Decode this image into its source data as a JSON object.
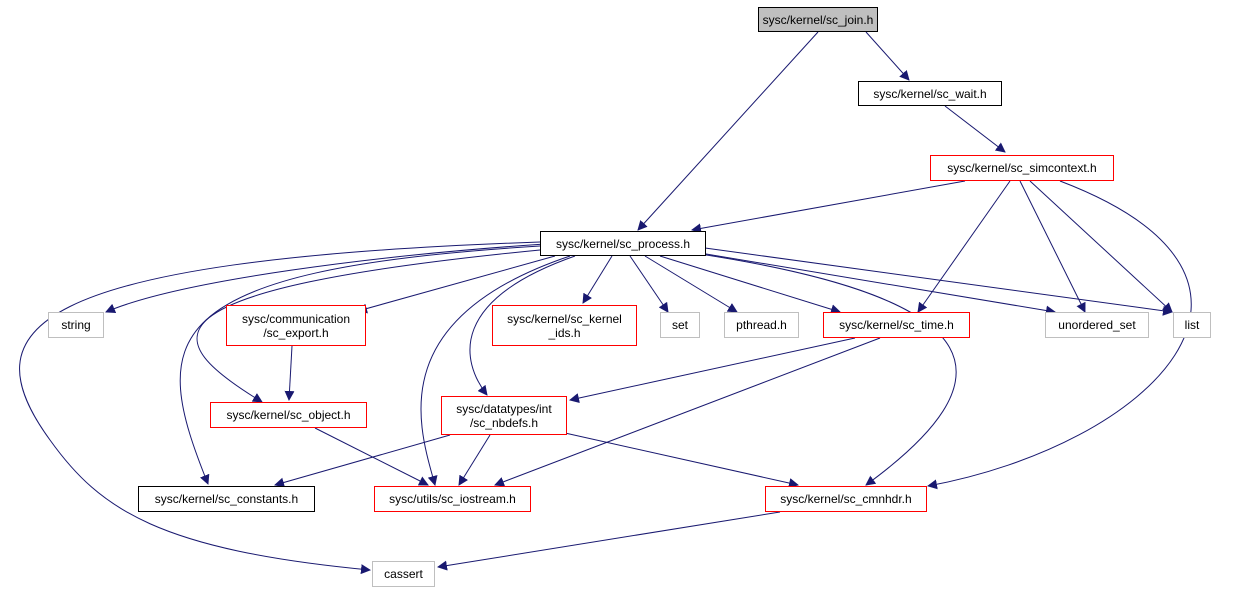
{
  "nodes": {
    "join": {
      "label": "sysc/kernel/sc_join.h"
    },
    "wait": {
      "label": "sysc/kernel/sc_wait.h"
    },
    "simcontext": {
      "label": "sysc/kernel/sc_simcontext.h"
    },
    "process": {
      "label": "sysc/kernel/sc_process.h"
    },
    "string": {
      "label": "string"
    },
    "export": {
      "line1": "sysc/communication",
      "line2": "/sc_export.h"
    },
    "kernel_ids": {
      "line1": "sysc/kernel/sc_kernel",
      "line2": "_ids.h"
    },
    "set": {
      "label": "set"
    },
    "pthread": {
      "label": "pthread.h"
    },
    "time": {
      "label": "sysc/kernel/sc_time.h"
    },
    "unordered_set": {
      "label": "unordered_set"
    },
    "list": {
      "label": "list"
    },
    "object": {
      "label": "sysc/kernel/sc_object.h"
    },
    "nbdefs": {
      "line1": "sysc/datatypes/int",
      "line2": "/sc_nbdefs.h"
    },
    "constants": {
      "label": "sysc/kernel/sc_constants.h"
    },
    "iostream": {
      "label": "sysc/utils/sc_iostream.h"
    },
    "cmnhdr": {
      "label": "sysc/kernel/sc_cmnhdr.h"
    },
    "cassert": {
      "label": "cassert"
    }
  },
  "colors": {
    "edge": "#191970",
    "node_border": "#000000",
    "red_border": "#ff0000",
    "gray_border": "#bfbfbf",
    "root_fill": "#bfbfbf"
  }
}
